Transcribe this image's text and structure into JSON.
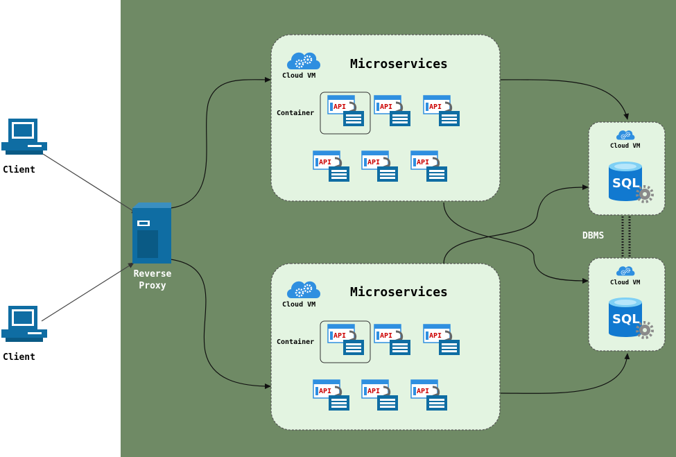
{
  "colors": {
    "panel": "#6f8a65",
    "box_fill": "#e3f4e1",
    "box_border": "#555555",
    "icon_blue": "#0f6da3",
    "icon_dark": "#0a5a85",
    "api_text": "#cc0000",
    "sql_blue": "#1179d0",
    "cloud_blue": "#2f8fe0"
  },
  "clients": [
    {
      "label": "Client",
      "icon": "desktop-computer-icon"
    },
    {
      "label": "Client",
      "icon": "desktop-computer-icon"
    }
  ],
  "proxy": {
    "line1": "Reverse",
    "line2": "Proxy",
    "icon": "server-tower-icon"
  },
  "microservice_groups": [
    {
      "title": "Microservices",
      "cloud_label": "Cloud VM",
      "container_label": "Container",
      "api_label": "API"
    },
    {
      "title": "Microservices",
      "cloud_label": "Cloud VM",
      "container_label": "Container",
      "api_label": "API"
    }
  ],
  "databases": [
    {
      "cloud_label": "Cloud VM",
      "sql_label": "SQL",
      "icon": "sql-database-icon"
    },
    {
      "cloud_label": "Cloud VM",
      "sql_label": "SQL",
      "icon": "sql-database-icon"
    }
  ],
  "dbms_label": "DBMS"
}
